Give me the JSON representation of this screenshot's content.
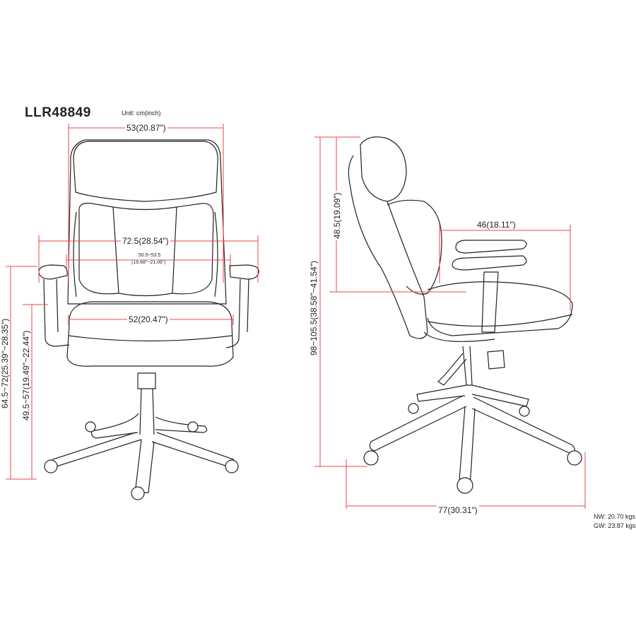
{
  "model": "LLR48849",
  "unit_label": "Unit: cm(inch)",
  "dimensions": {
    "overall_width": "53(20.87\")",
    "arm_width": "72.5(28.54\")",
    "inner_arm_width_cm": "50.5~53.5",
    "inner_arm_width_in": "(19.88\"~21.06\")",
    "seat_width": "52(20.47\")",
    "arm_height": "64.5~72(25.39\"~28.35\")",
    "seat_height": "49.5~57(19.49\"~22.44\")",
    "overall_height": "98~105.5(38.58\"~41.54\")",
    "back_height": "48.5(19.09\")",
    "seat_depth": "46(18.11\")",
    "overall_depth": "77(30.31\")"
  },
  "weights": {
    "net": "NW: 20.70 kgs",
    "gross": "GW: 23.87 kgs"
  },
  "colors": {
    "dimension_line": "#e8474c",
    "drawing": "#222222"
  }
}
